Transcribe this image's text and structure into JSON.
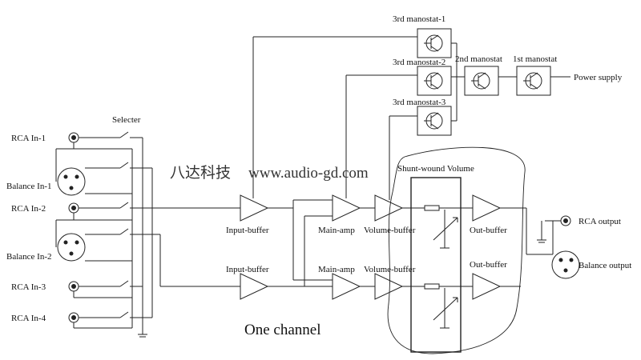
{
  "diagram": {
    "inputs": {
      "rca1": "RCA  In-1",
      "bal1": "Balance  In-1",
      "rca2": "RCA  In-2",
      "bal2": "Balance  In-2",
      "rca3": "RCA  In-3",
      "rca4": "RCA  In-4"
    },
    "selector_label": "Selecter",
    "watermark_cn": "八达科技",
    "watermark_url": "www.audio-gd.com",
    "regulators": {
      "third_1": "3rd manostat-1",
      "third_2": "3rd manostat-2",
      "third_3": "3rd manostat-3",
      "second": "2nd manostat",
      "first": "1st manostat",
      "power": "Power supply"
    },
    "stages": {
      "input_buffer_top": "Input-buffer",
      "input_buffer_bottom": "Input-buffer",
      "main_amp_top": "Main-amp",
      "main_amp_bottom": "Main-amp",
      "volume_buffer_top": "Volume-buffer",
      "volume_buffer_bottom": "Volume-buffer",
      "shunt_volume": "Shunt-wound Volume",
      "out_buffer_top": "Out-buffer",
      "out_buffer_bottom": "Out-buffer"
    },
    "outputs": {
      "rca": "RCA  output",
      "balance": "Balance  output"
    },
    "caption": "One  channel"
  }
}
